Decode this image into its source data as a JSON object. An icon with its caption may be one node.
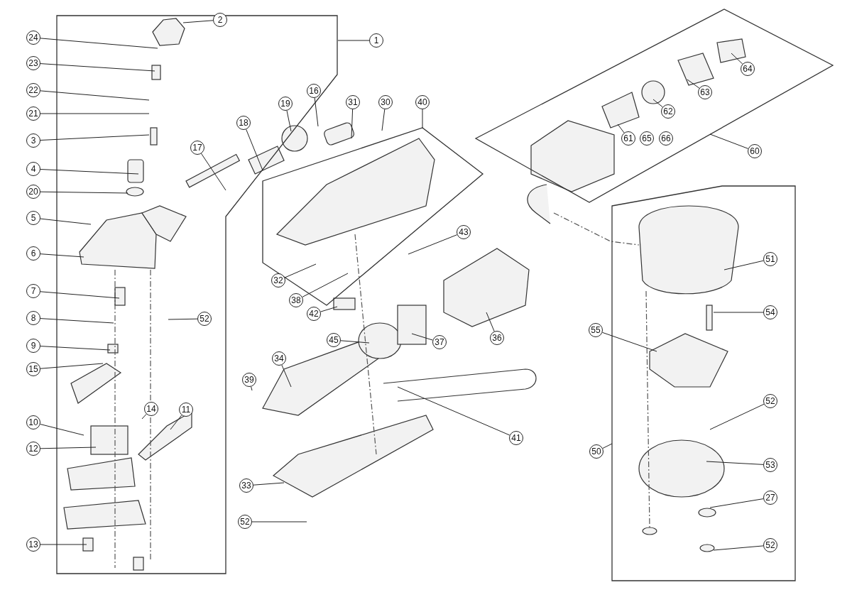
{
  "diagram": {
    "nodes": [
      {
        "text": [
          "1"
        ]
      },
      {
        "text": [
          "2"
        ]
      },
      {
        "text": [
          "24"
        ]
      },
      {
        "text": [
          "23"
        ]
      },
      {
        "text": [
          "22"
        ]
      },
      {
        "text": [
          "21"
        ]
      },
      {
        "text": [
          "3"
        ]
      },
      {
        "text": [
          "4"
        ]
      },
      {
        "text": [
          "20"
        ]
      },
      {
        "text": [
          "5"
        ]
      },
      {
        "text": [
          "6"
        ]
      },
      {
        "text": [
          "7"
        ]
      },
      {
        "text": [
          "8"
        ]
      },
      {
        "text": [
          "9"
        ]
      },
      {
        "text": [
          "15"
        ]
      },
      {
        "text": [
          "10"
        ]
      },
      {
        "text": [
          "12"
        ]
      },
      {
        "text": [
          "13"
        ]
      },
      {
        "text": [
          "14"
        ]
      },
      {
        "text": [
          "11"
        ]
      },
      {
        "text": [
          "52"
        ]
      },
      {
        "text": [
          "17"
        ]
      },
      {
        "text": [
          "18"
        ]
      },
      {
        "text": [
          "19"
        ]
      },
      {
        "text": [
          "16"
        ]
      },
      {
        "text": [
          "31"
        ]
      },
      {
        "text": [
          "30"
        ]
      },
      {
        "text": [
          "40"
        ]
      },
      {
        "text": [
          "43"
        ]
      },
      {
        "text": [
          "32"
        ]
      },
      {
        "text": [
          "38"
        ]
      },
      {
        "text": [
          "42"
        ]
      },
      {
        "text": [
          "45"
        ]
      },
      {
        "text": [
          "34"
        ]
      },
      {
        "text": [
          "39"
        ]
      },
      {
        "text": [
          "37"
        ]
      },
      {
        "text": [
          "36"
        ]
      },
      {
        "text": [
          "41"
        ]
      },
      {
        "text": [
          "33"
        ]
      },
      {
        "text": [
          "52"
        ]
      },
      {
        "text": [
          "64"
        ]
      },
      {
        "text": [
          "63"
        ]
      },
      {
        "text": [
          "62"
        ]
      },
      {
        "text": [
          "61"
        ]
      },
      {
        "text": [
          "65"
        ]
      },
      {
        "text": [
          "66"
        ]
      },
      {
        "text": [
          "60"
        ]
      },
      {
        "text": [
          "51"
        ]
      },
      {
        "text": [
          "54"
        ]
      },
      {
        "text": [
          "55"
        ]
      },
      {
        "text": [
          "52"
        ]
      },
      {
        "text": [
          "50"
        ]
      },
      {
        "text": [
          "53"
        ]
      },
      {
        "text": [
          "27"
        ]
      },
      {
        "text": [
          "52"
        ]
      }
    ],
    "edges": [
      {
        "from": 0,
        "to": null,
        "arrow": "none"
      },
      {
        "from": 1,
        "to": null,
        "arrow": "none"
      },
      {
        "from": 2,
        "to": null,
        "arrow": "none"
      },
      {
        "from": 3,
        "to": null,
        "arrow": "none"
      },
      {
        "from": 4,
        "to": null,
        "arrow": "none"
      },
      {
        "from": 5,
        "to": null,
        "arrow": "none"
      },
      {
        "from": 6,
        "to": null,
        "arrow": "none"
      },
      {
        "from": 7,
        "to": null,
        "arrow": "none"
      },
      {
        "from": 8,
        "to": null,
        "arrow": "none"
      },
      {
        "from": 9,
        "to": null,
        "arrow": "none"
      },
      {
        "from": 10,
        "to": null,
        "arrow": "none"
      },
      {
        "from": 11,
        "to": null,
        "arrow": "none"
      },
      {
        "from": 12,
        "to": null,
        "arrow": "none"
      },
      {
        "from": 13,
        "to": null,
        "arrow": "none"
      },
      {
        "from": 14,
        "to": null,
        "arrow": "none"
      },
      {
        "from": 15,
        "to": null,
        "arrow": "none"
      },
      {
        "from": 16,
        "to": null,
        "arrow": "none"
      },
      {
        "from": 17,
        "to": null,
        "arrow": "none"
      },
      {
        "from": 18,
        "to": null,
        "arrow": "none"
      },
      {
        "from": 19,
        "to": null,
        "arrow": "none"
      },
      {
        "from": 20,
        "to": null,
        "arrow": "none"
      },
      {
        "from": 21,
        "to": null,
        "arrow": "none"
      },
      {
        "from": 22,
        "to": null,
        "arrow": "none"
      },
      {
        "from": 23,
        "to": null,
        "arrow": "none"
      },
      {
        "from": 24,
        "to": null,
        "arrow": "none"
      },
      {
        "from": 25,
        "to": null,
        "arrow": "none"
      },
      {
        "from": 26,
        "to": null,
        "arrow": "none"
      },
      {
        "from": 27,
        "to": null,
        "arrow": "none"
      },
      {
        "from": 28,
        "to": null,
        "arrow": "none"
      },
      {
        "from": 29,
        "to": null,
        "arrow": "none"
      },
      {
        "from": 30,
        "to": null,
        "arrow": "none"
      },
      {
        "from": 31,
        "to": null,
        "arrow": "none"
      },
      {
        "from": 32,
        "to": null,
        "arrow": "none"
      },
      {
        "from": 33,
        "to": null,
        "arrow": "none"
      },
      {
        "from": 34,
        "to": null,
        "arrow": "none"
      },
      {
        "from": 35,
        "to": null,
        "arrow": "none"
      },
      {
        "from": 36,
        "to": null,
        "arrow": "none"
      },
      {
        "from": 37,
        "to": null,
        "arrow": "none"
      },
      {
        "from": 38,
        "to": null,
        "arrow": "none"
      },
      {
        "from": 39,
        "to": null,
        "arrow": "none"
      },
      {
        "from": 40,
        "to": null,
        "arrow": "none"
      },
      {
        "from": 41,
        "to": null,
        "arrow": "none"
      },
      {
        "from": 42,
        "to": null,
        "arrow": "none"
      },
      {
        "from": 43,
        "to": null,
        "arrow": "none"
      },
      {
        "from": 46,
        "to": null,
        "arrow": "none"
      },
      {
        "from": 47,
        "to": null,
        "arrow": "none"
      },
      {
        "from": 48,
        "to": null,
        "arrow": "none"
      },
      {
        "from": 49,
        "to": null,
        "arrow": "none"
      },
      {
        "from": 50,
        "to": null,
        "arrow": "none"
      },
      {
        "from": 51,
        "to": null,
        "arrow": "none"
      },
      {
        "from": 52,
        "to": null,
        "arrow": "none"
      },
      {
        "from": 53,
        "to": null,
        "arrow": "none"
      },
      {
        "from": 54,
        "to": null,
        "arrow": "none"
      }
    ]
  }
}
